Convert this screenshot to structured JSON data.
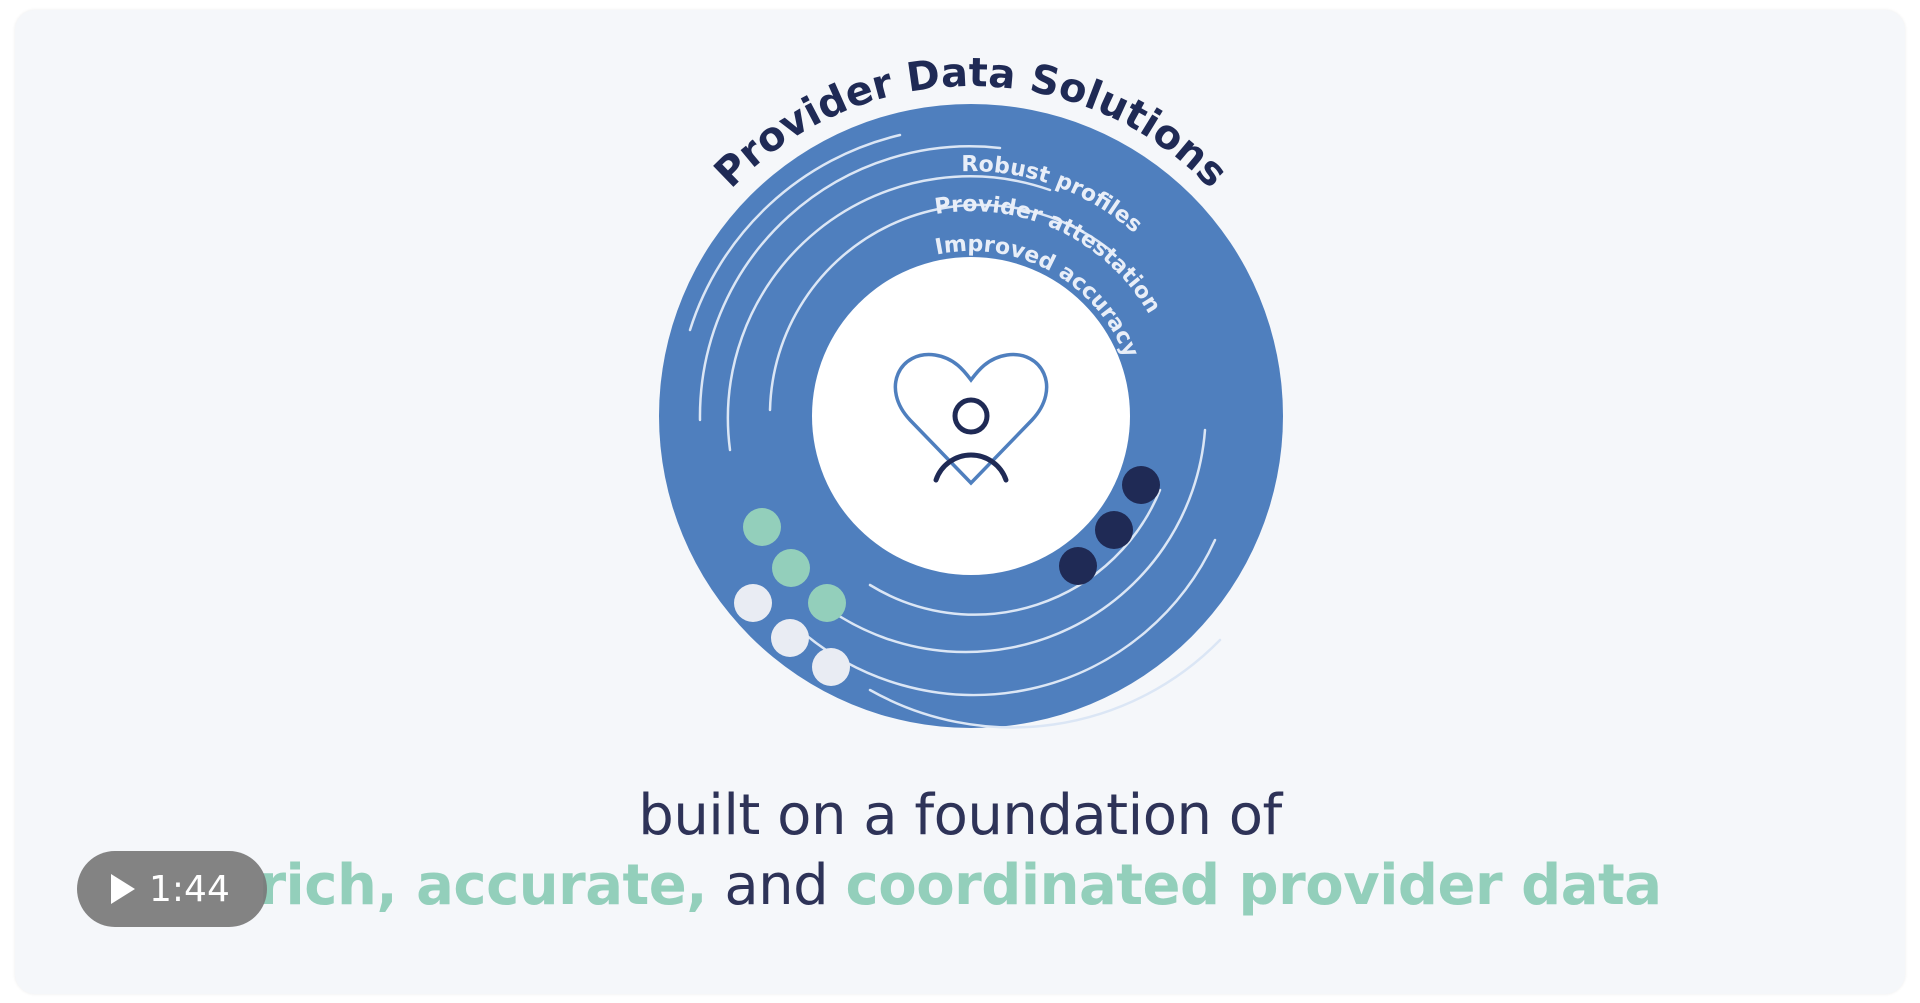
{
  "video": {
    "title_arc": "Provider Data Solutions",
    "ring_labels": [
      "Robust profiles",
      "Provider attestation",
      "Improved accuracy"
    ],
    "caption_line1": "built on a foundation of",
    "caption_line2": {
      "part1": "rich, accurate,",
      "part2": " and ",
      "part3": "coordinated provider data"
    },
    "duration": "1:44",
    "icon": "heart-person-icon"
  },
  "colors": {
    "ring": "#4f7fbe",
    "navy": "#1f2a55",
    "teal": "#93cfbb",
    "text": "#2e3358"
  }
}
